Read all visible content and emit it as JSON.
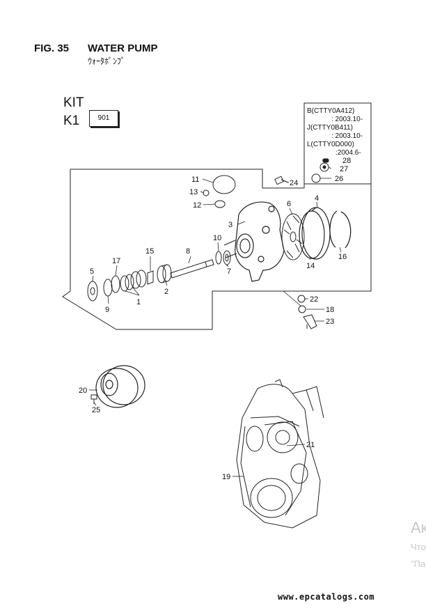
{
  "header": {
    "fig_no": "FIG. 35",
    "title": "WATER PUMP",
    "subtitle": "ｳｫｰﾀﾎﾟﾝﾌﾟ"
  },
  "kit": {
    "kit_label": "KIT",
    "k1_label": "K1",
    "k1_code": "901"
  },
  "notes": [
    "B(CTTY0A412)",
    ": 2003.10-",
    "J(CTTY0B411)",
    ": 2003.10-",
    "L(CTTY0D000)",
    ":2004.6-"
  ],
  "callouts": {
    "c1": "1",
    "c2": "2",
    "c3": "3",
    "c4": "4",
    "c5": "5",
    "c6": "6",
    "c7": "7",
    "c8": "8",
    "c9": "9",
    "c10": "10",
    "c11": "11",
    "c12": "12",
    "c13": "13",
    "c14": "14",
    "c15": "15",
    "c16": "16",
    "c17": "17",
    "c18": "18",
    "c19": "19",
    "c20": "20",
    "c21": "21",
    "c22": "22",
    "c23": "23",
    "c24": "24",
    "c25": "25",
    "c26": "26",
    "c27": "27",
    "c28": "28"
  },
  "watermark": {
    "line1": "Ак",
    "line2": "Что",
    "line3": "\"Па"
  },
  "footer": {
    "url": "www.epcatalogs.com"
  }
}
